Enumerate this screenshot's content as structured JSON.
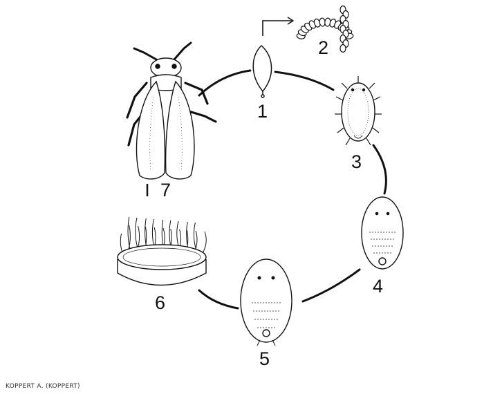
{
  "diagram": {
    "stages": [
      {
        "id": "egg",
        "number": "1"
      },
      {
        "id": "egg-cluster",
        "number": "2"
      },
      {
        "id": "first-instar",
        "number": "3"
      },
      {
        "id": "second-instar",
        "number": "4"
      },
      {
        "id": "third-instar",
        "number": "5"
      },
      {
        "id": "pupa",
        "number": "6"
      },
      {
        "id": "adult",
        "number": "7"
      }
    ],
    "credit": "KOPPERT A. (KOPPERT)"
  }
}
